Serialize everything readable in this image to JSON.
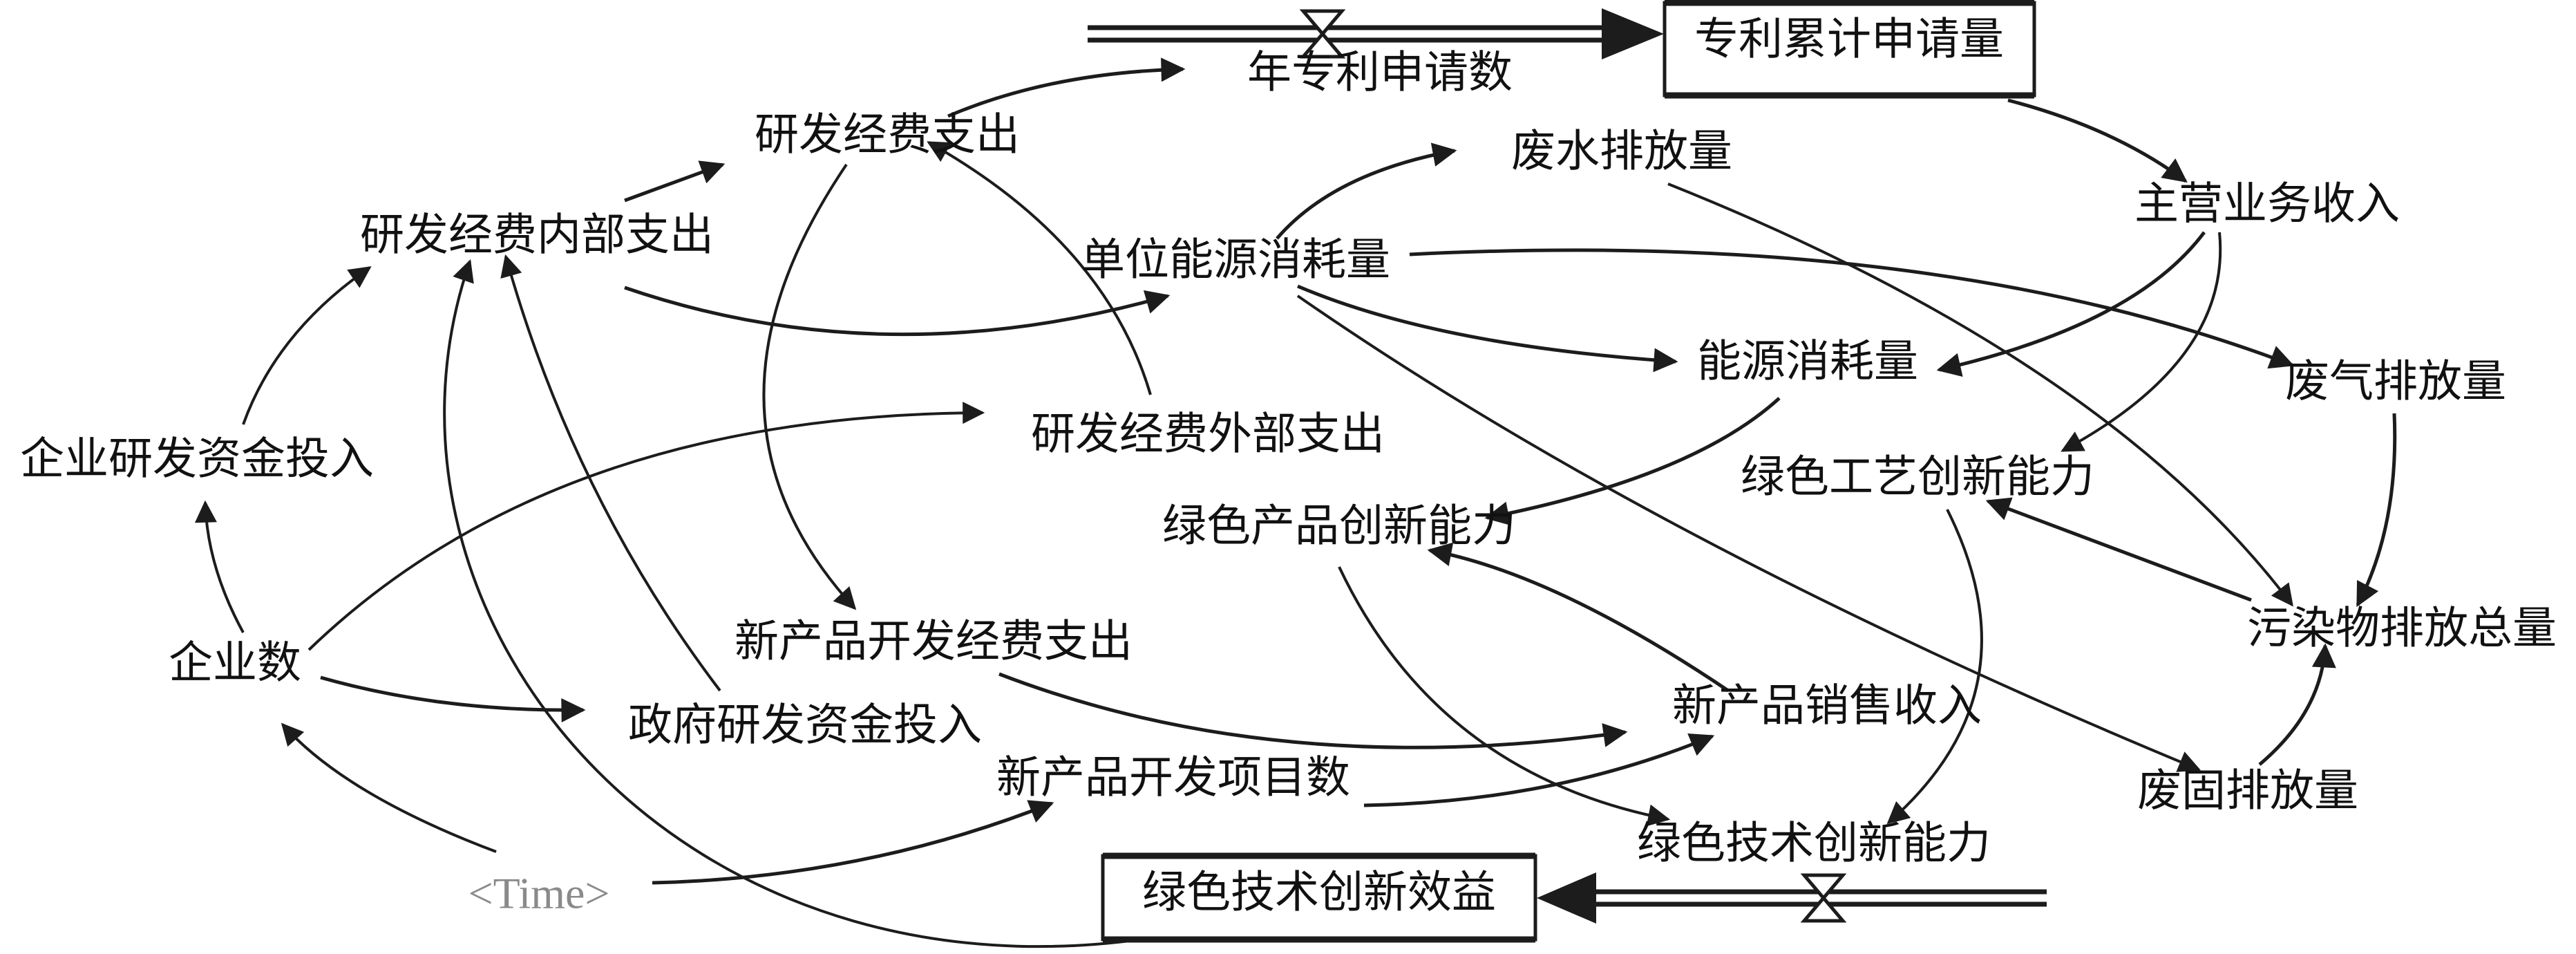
{
  "diagram": {
    "type": "system-dynamics stock-flow diagram",
    "variables": {
      "patent_rate": "年专利申请数",
      "patent_stock": "专利累计申请量",
      "rd_spend": "研发经费支出",
      "wastewater": "废水排放量",
      "main_revenue": "主营业务收入",
      "rd_internal": "研发经费内部支出",
      "unit_energy": "单位能源消耗量",
      "energy": "能源消耗量",
      "waste_gas": "废气排放量",
      "rd_external": "研发经费外部支出",
      "corp_rd": "企业研发资金投入",
      "green_process": "绿色工艺创新能力",
      "green_product": "绿色产品创新能力",
      "pollution": "污染物排放总量",
      "np_dev_spend": "新产品开发经费支出",
      "firms": "企业数",
      "np_sales": "新产品销售收入",
      "gov_rd": "政府研发资金投入",
      "np_projects": "新产品开发项目数",
      "solid_waste": "废固排放量",
      "green_tech": "绿色技术创新能力",
      "time": "<Time>",
      "benefit_stock": "绿色技术创新效益"
    },
    "stocks": [
      "patent_stock",
      "benefit_stock"
    ],
    "flows": [
      {
        "rate": "patent_rate",
        "into": "patent_stock"
      },
      {
        "rate": "green_tech",
        "into": "benefit_stock"
      }
    ],
    "shadow_variables": [
      "time"
    ],
    "links": [
      {
        "from": "rd_internal",
        "to": "rd_spend"
      },
      {
        "from": "rd_spend",
        "to": "patent_rate"
      },
      {
        "from": "patent_stock",
        "to": "main_revenue"
      },
      {
        "from": "main_revenue",
        "to": "energy"
      },
      {
        "from": "main_revenue",
        "to": "green_process"
      },
      {
        "from": "rd_internal",
        "to": "unit_energy"
      },
      {
        "from": "unit_energy",
        "to": "wastewater"
      },
      {
        "from": "unit_energy",
        "to": "energy"
      },
      {
        "from": "unit_energy",
        "to": "waste_gas"
      },
      {
        "from": "unit_energy",
        "to": "solid_waste"
      },
      {
        "from": "wastewater",
        "to": "pollution"
      },
      {
        "from": "waste_gas",
        "to": "pollution"
      },
      {
        "from": "solid_waste",
        "to": "pollution"
      },
      {
        "from": "pollution",
        "to": "green_process"
      },
      {
        "from": "energy",
        "to": "green_product"
      },
      {
        "from": "rd_external",
        "to": "rd_spend"
      },
      {
        "from": "rd_spend",
        "to": "np_dev_spend"
      },
      {
        "from": "firms",
        "to": "rd_external"
      },
      {
        "from": "firms",
        "to": "corp_rd"
      },
      {
        "from": "corp_rd",
        "to": "rd_internal"
      },
      {
        "from": "firms",
        "to": "gov_rd"
      },
      {
        "from": "gov_rd",
        "to": "rd_internal"
      },
      {
        "from": "benefit_stock",
        "to": "rd_internal"
      },
      {
        "from": "np_dev_spend",
        "to": "np_sales"
      },
      {
        "from": "np_projects",
        "to": "np_sales"
      },
      {
        "from": "np_sales",
        "to": "green_product"
      },
      {
        "from": "green_product",
        "to": "green_tech"
      },
      {
        "from": "green_process",
        "to": "green_tech"
      },
      {
        "from": "time",
        "to": "firms"
      },
      {
        "from": "time",
        "to": "np_projects"
      }
    ]
  }
}
